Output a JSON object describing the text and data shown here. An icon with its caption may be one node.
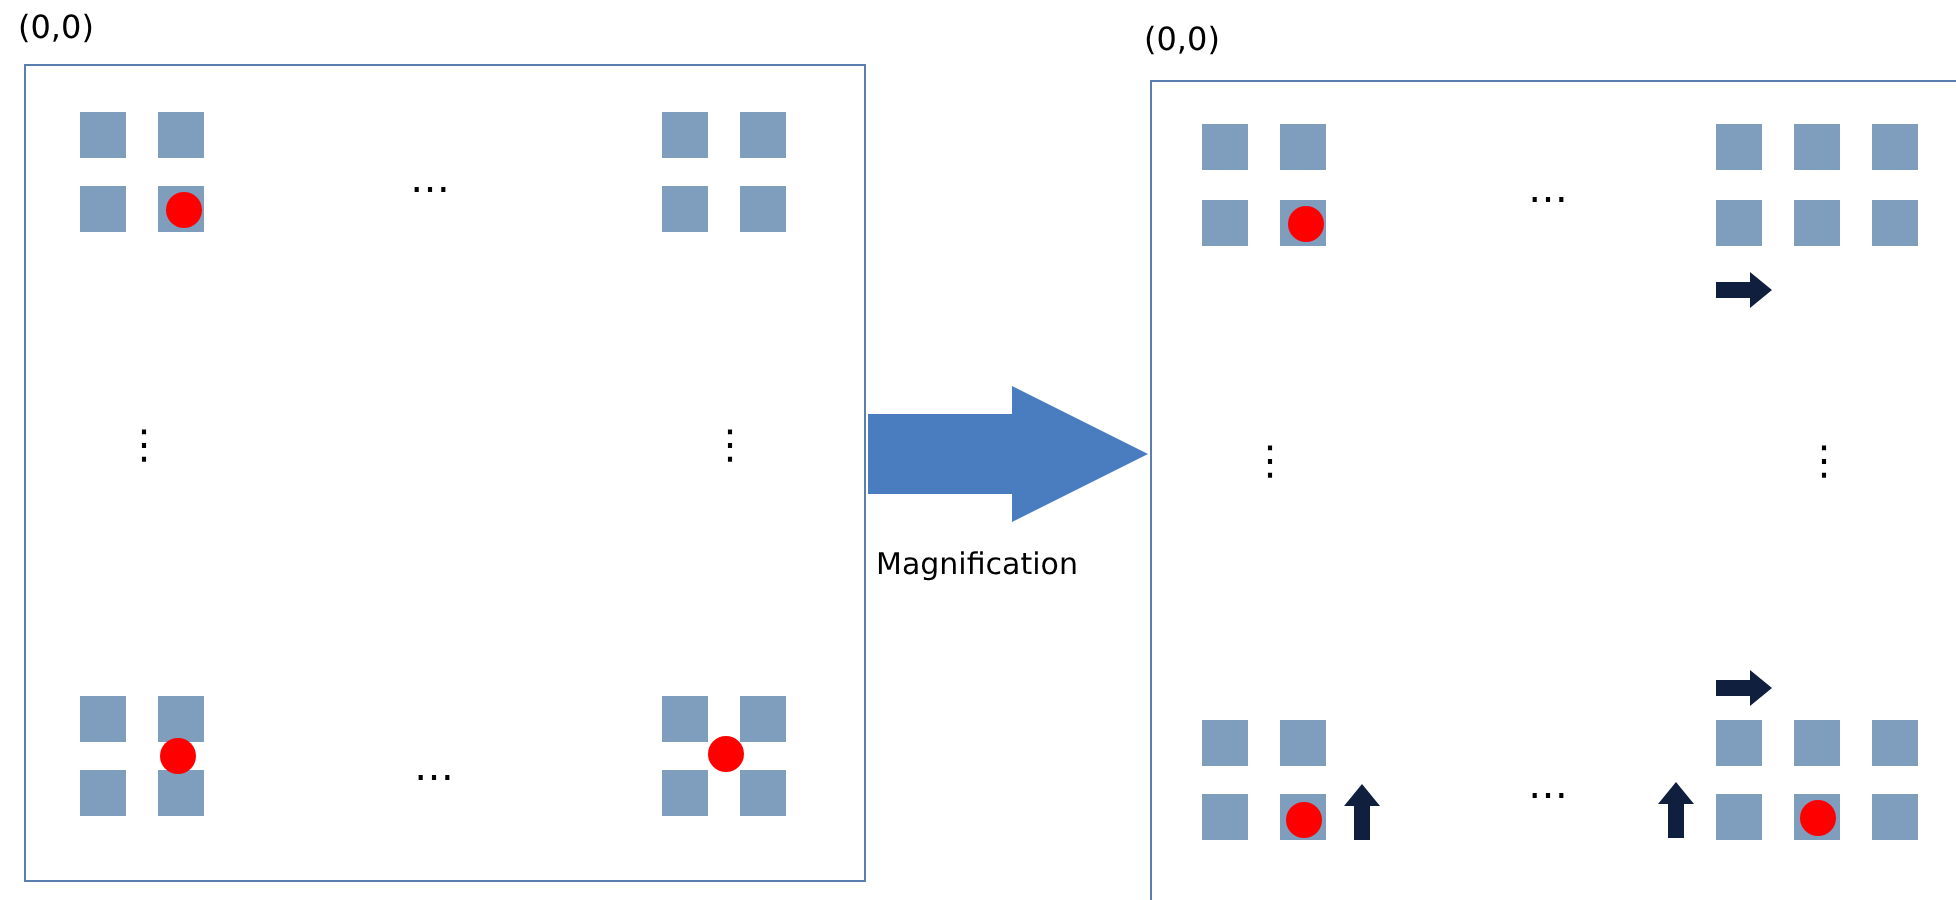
{
  "diagram": {
    "nodes": [
      {
        "text": [
          "(0,0)"
        ]
      },
      {
        "text": [
          "(0,0)"
        ]
      }
    ],
    "edges": [
      {
        "from": 0,
        "to": 1,
        "arrow": "to",
        "label": "Magnification"
      }
    ],
    "labels": [
      "…",
      "⋮",
      "⋮",
      "…",
      "…",
      "⋮",
      "⋮",
      "…"
    ]
  }
}
